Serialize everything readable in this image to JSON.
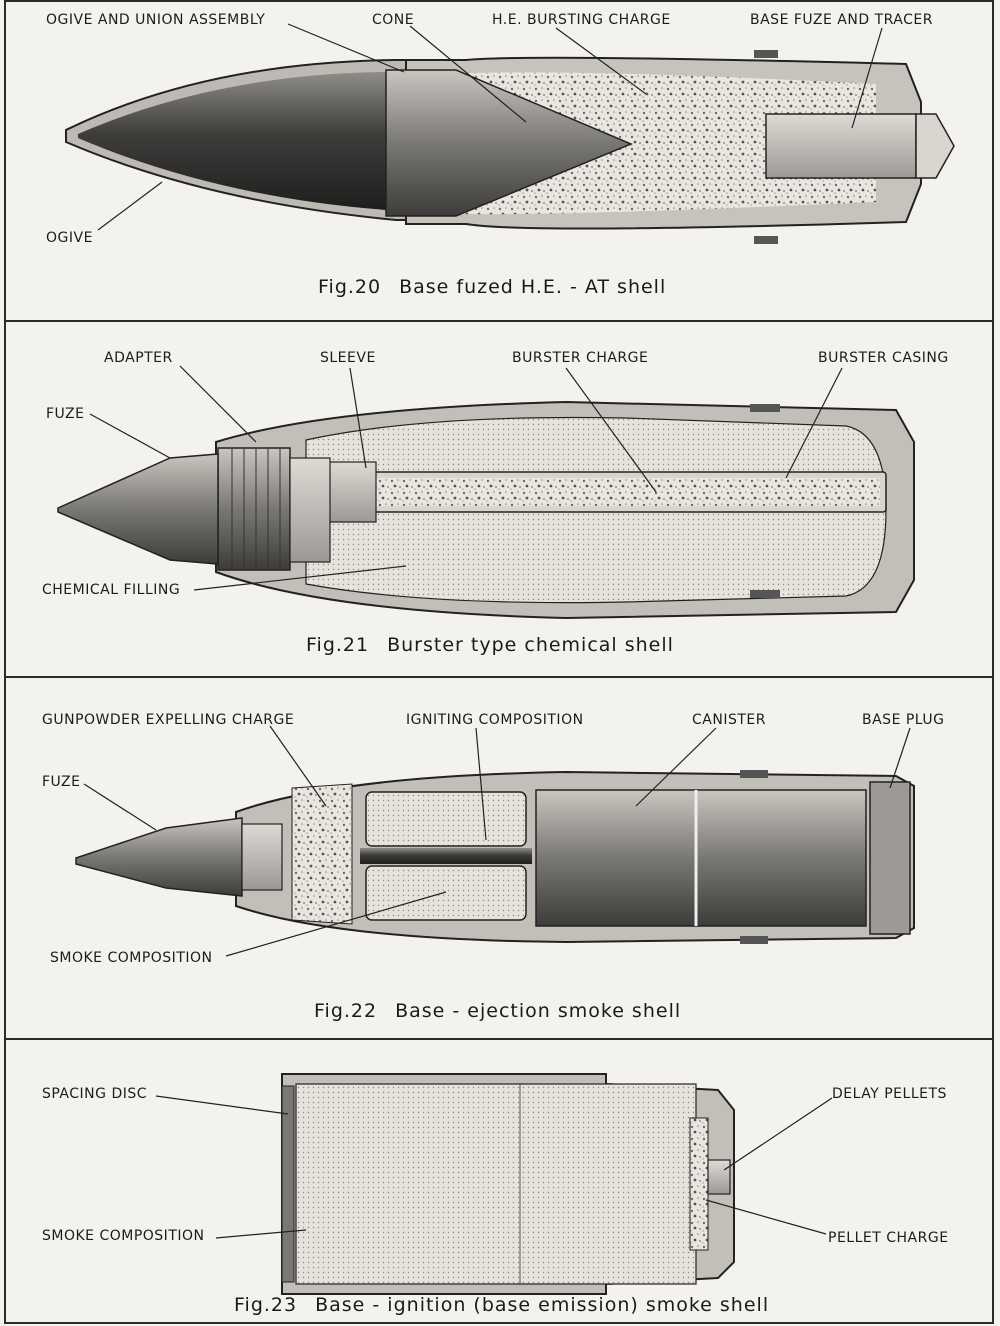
{
  "fig20": {
    "caption_num": "Fig.20",
    "caption_text": "Base fuzed H.E. - AT shell",
    "labels": {
      "ogive_union": "OGIVE AND UNION ASSEMBLY",
      "cone": "CONE",
      "he_charge": "H.E. BURSTING CHARGE",
      "base_fuze": "BASE FUZE AND TRACER",
      "ogive": "OGIVE"
    }
  },
  "fig21": {
    "caption_num": "Fig.21",
    "caption_text": "Burster type chemical shell",
    "labels": {
      "adapter": "ADAPTER",
      "sleeve": "SLEEVE",
      "burster_charge": "BURSTER CHARGE",
      "burster_casing": "BURSTER CASING",
      "fuze": "FUZE",
      "chemical_filling": "CHEMICAL FILLING"
    }
  },
  "fig22": {
    "caption_num": "Fig.22",
    "caption_text": "Base - ejection smoke shell",
    "labels": {
      "gunpowder": "GUNPOWDER EXPELLING CHARGE",
      "igniting": "IGNITING COMPOSITION",
      "canister": "CANISTER",
      "base_plug": "BASE PLUG",
      "fuze": "FUZE",
      "smoke": "SMOKE COMPOSITION"
    }
  },
  "fig23": {
    "caption_num": "Fig.23",
    "caption_text": "Base - ignition (base emission) smoke shell",
    "labels": {
      "spacing_disc": "SPACING DISC",
      "delay_pellets": "DELAY PELLETS",
      "smoke": "SMOKE COMPOSITION",
      "pellet_charge": "PELLET CHARGE"
    }
  }
}
